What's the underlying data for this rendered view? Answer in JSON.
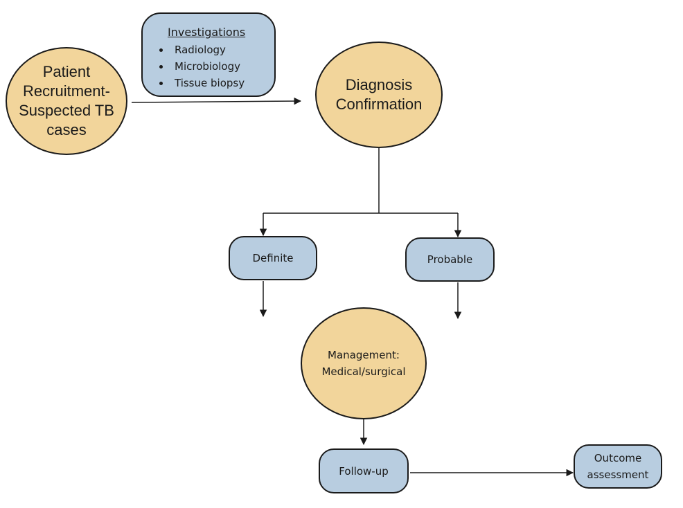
{
  "nodes": {
    "patient_recruitment": {
      "lines": [
        "Patient",
        "Recruitment-",
        "Suspected TB",
        "cases"
      ]
    },
    "investigations": {
      "title": "Investigations",
      "items": [
        "Radiology",
        "Microbiology",
        "Tissue biopsy"
      ]
    },
    "diagnosis_confirmation": {
      "lines": [
        "Diagnosis",
        "Confirmation"
      ]
    },
    "definite": {
      "label": "Definite"
    },
    "probable": {
      "label": "Probable"
    },
    "management": {
      "lines": [
        "Management:",
        "Medical/surgical"
      ]
    },
    "follow_up": {
      "label": "Follow-up"
    },
    "outcome_assessment": {
      "lines": [
        "Outcome",
        "assessment"
      ]
    }
  },
  "colors": {
    "circle_fill": "#f2d59b",
    "box_fill": "#b8cde0",
    "stroke": "#1a1a1a"
  }
}
